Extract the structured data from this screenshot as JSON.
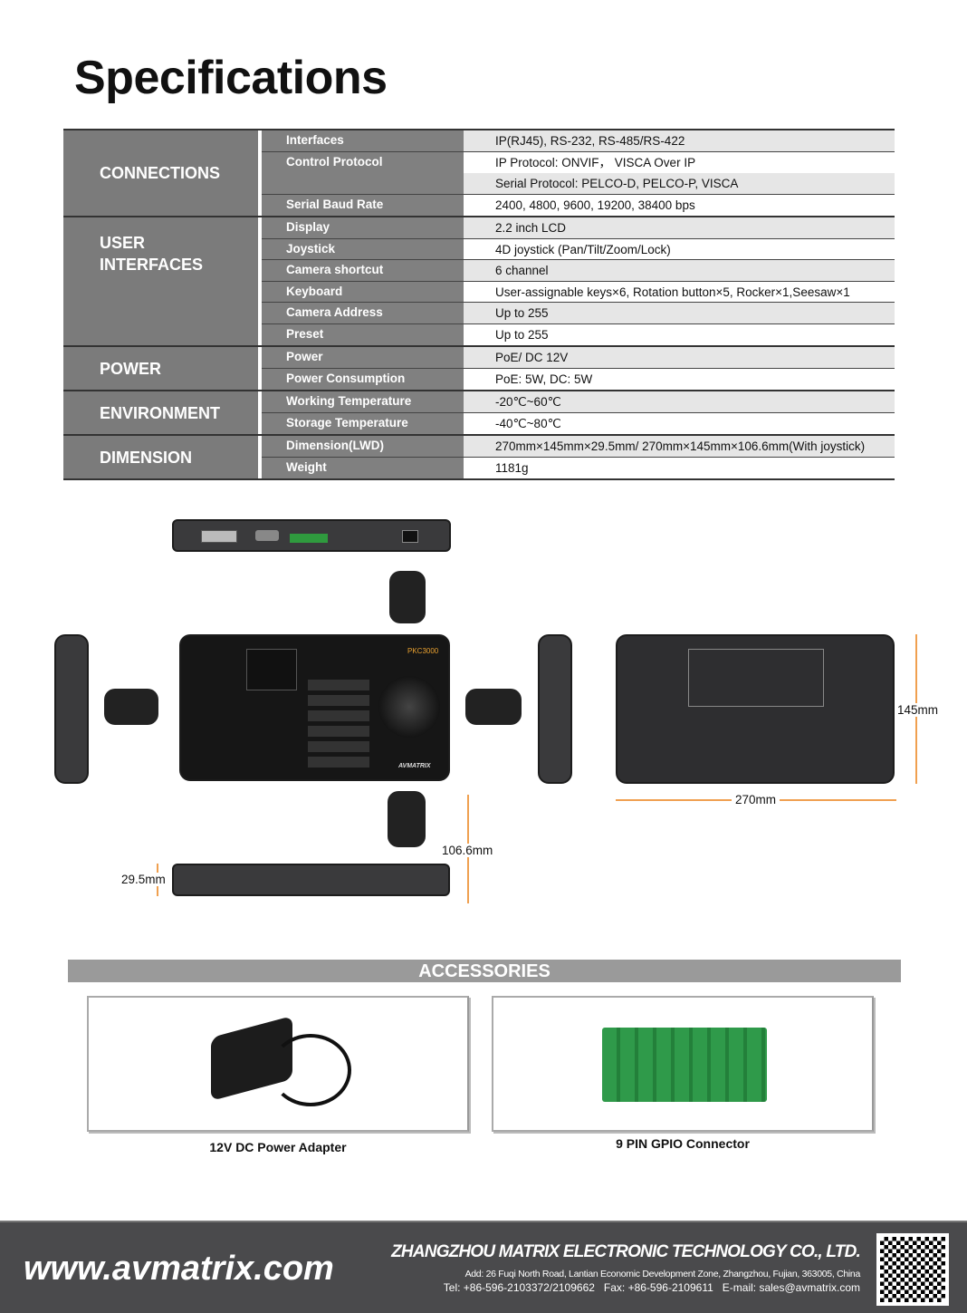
{
  "title": "Specifications",
  "spec": [
    {
      "category": "CONNECTIONS",
      "rows": [
        {
          "param": "Interfaces",
          "value": "IP(RJ45), RS-232, RS-485/RS-422"
        },
        {
          "param": "Control Protocol",
          "value": "IP Protocol: ONVIF， VISCA Over IP"
        },
        {
          "param": "",
          "value": "Serial Protocol: PELCO-D, PELCO-P, VISCA"
        },
        {
          "param": "Serial Baud Rate",
          "value": "2400, 4800, 9600, 19200, 38400 bps"
        }
      ]
    },
    {
      "category": "USER INTERFACES",
      "rows": [
        {
          "param": "Display",
          "value": "2.2 inch LCD"
        },
        {
          "param": "Joystick",
          "value": "4D joystick (Pan/Tilt/Zoom/Lock)"
        },
        {
          "param": "Camera shortcut",
          "value": "6  channel"
        },
        {
          "param": "Keyboard",
          "value": "User-assignable keys×6, Rotation button×5, Rocker×1,Seesaw×1"
        },
        {
          "param": "Camera Address",
          "value": "Up to 255"
        },
        {
          "param": "Preset",
          "value": "Up to 255"
        }
      ]
    },
    {
      "category": "POWER",
      "rows": [
        {
          "param": "Power",
          "value": "PoE/ DC 12V"
        },
        {
          "param": "Power Consumption",
          "value": "PoE: 5W, DC: 5W"
        }
      ]
    },
    {
      "category": "ENVIRONMENT",
      "rows": [
        {
          "param": "Working Temperature",
          "value": "-20℃~60℃"
        },
        {
          "param": "Storage Temperature",
          "value": "-40℃~80℃"
        }
      ]
    },
    {
      "category": "DIMENSION",
      "rows": [
        {
          "param": "Dimension(LWD)",
          "value": "270mm×145mm×29.5mm/ 270mm×145mm×106.6mm(With joystick)"
        },
        {
          "param": "Weight",
          "value": "1181g"
        }
      ]
    }
  ],
  "diagram": {
    "height": "145mm",
    "width": "270mm",
    "joystick_height": "106.6mm",
    "depth": "29.5mm",
    "model": "PKC3000",
    "brand": "AVMATRIX"
  },
  "accessories": {
    "title": "ACCESSORIES",
    "items": [
      "12V DC Power Adapter",
      "9 PIN GPIO Connector"
    ]
  },
  "footer": {
    "website": "www.avmatrix.com",
    "company": "ZHANGZHOU MATRIX ELECTRONIC TECHNOLOGY CO., LTD.",
    "address": "Add: 26 Fuqi North Road, Lantian Economic Development Zone, Zhangzhou, Fujian, 363005, China",
    "contact": "Tel: +86-596-2103372/2109662   Fax: +86-596-2109611   E-mail: sales@avmatrix.com"
  },
  "colors": {
    "dimension_line": "#f0a050",
    "footer_bg": "#4a4a4c",
    "category_bg": "#7b7b7b"
  }
}
